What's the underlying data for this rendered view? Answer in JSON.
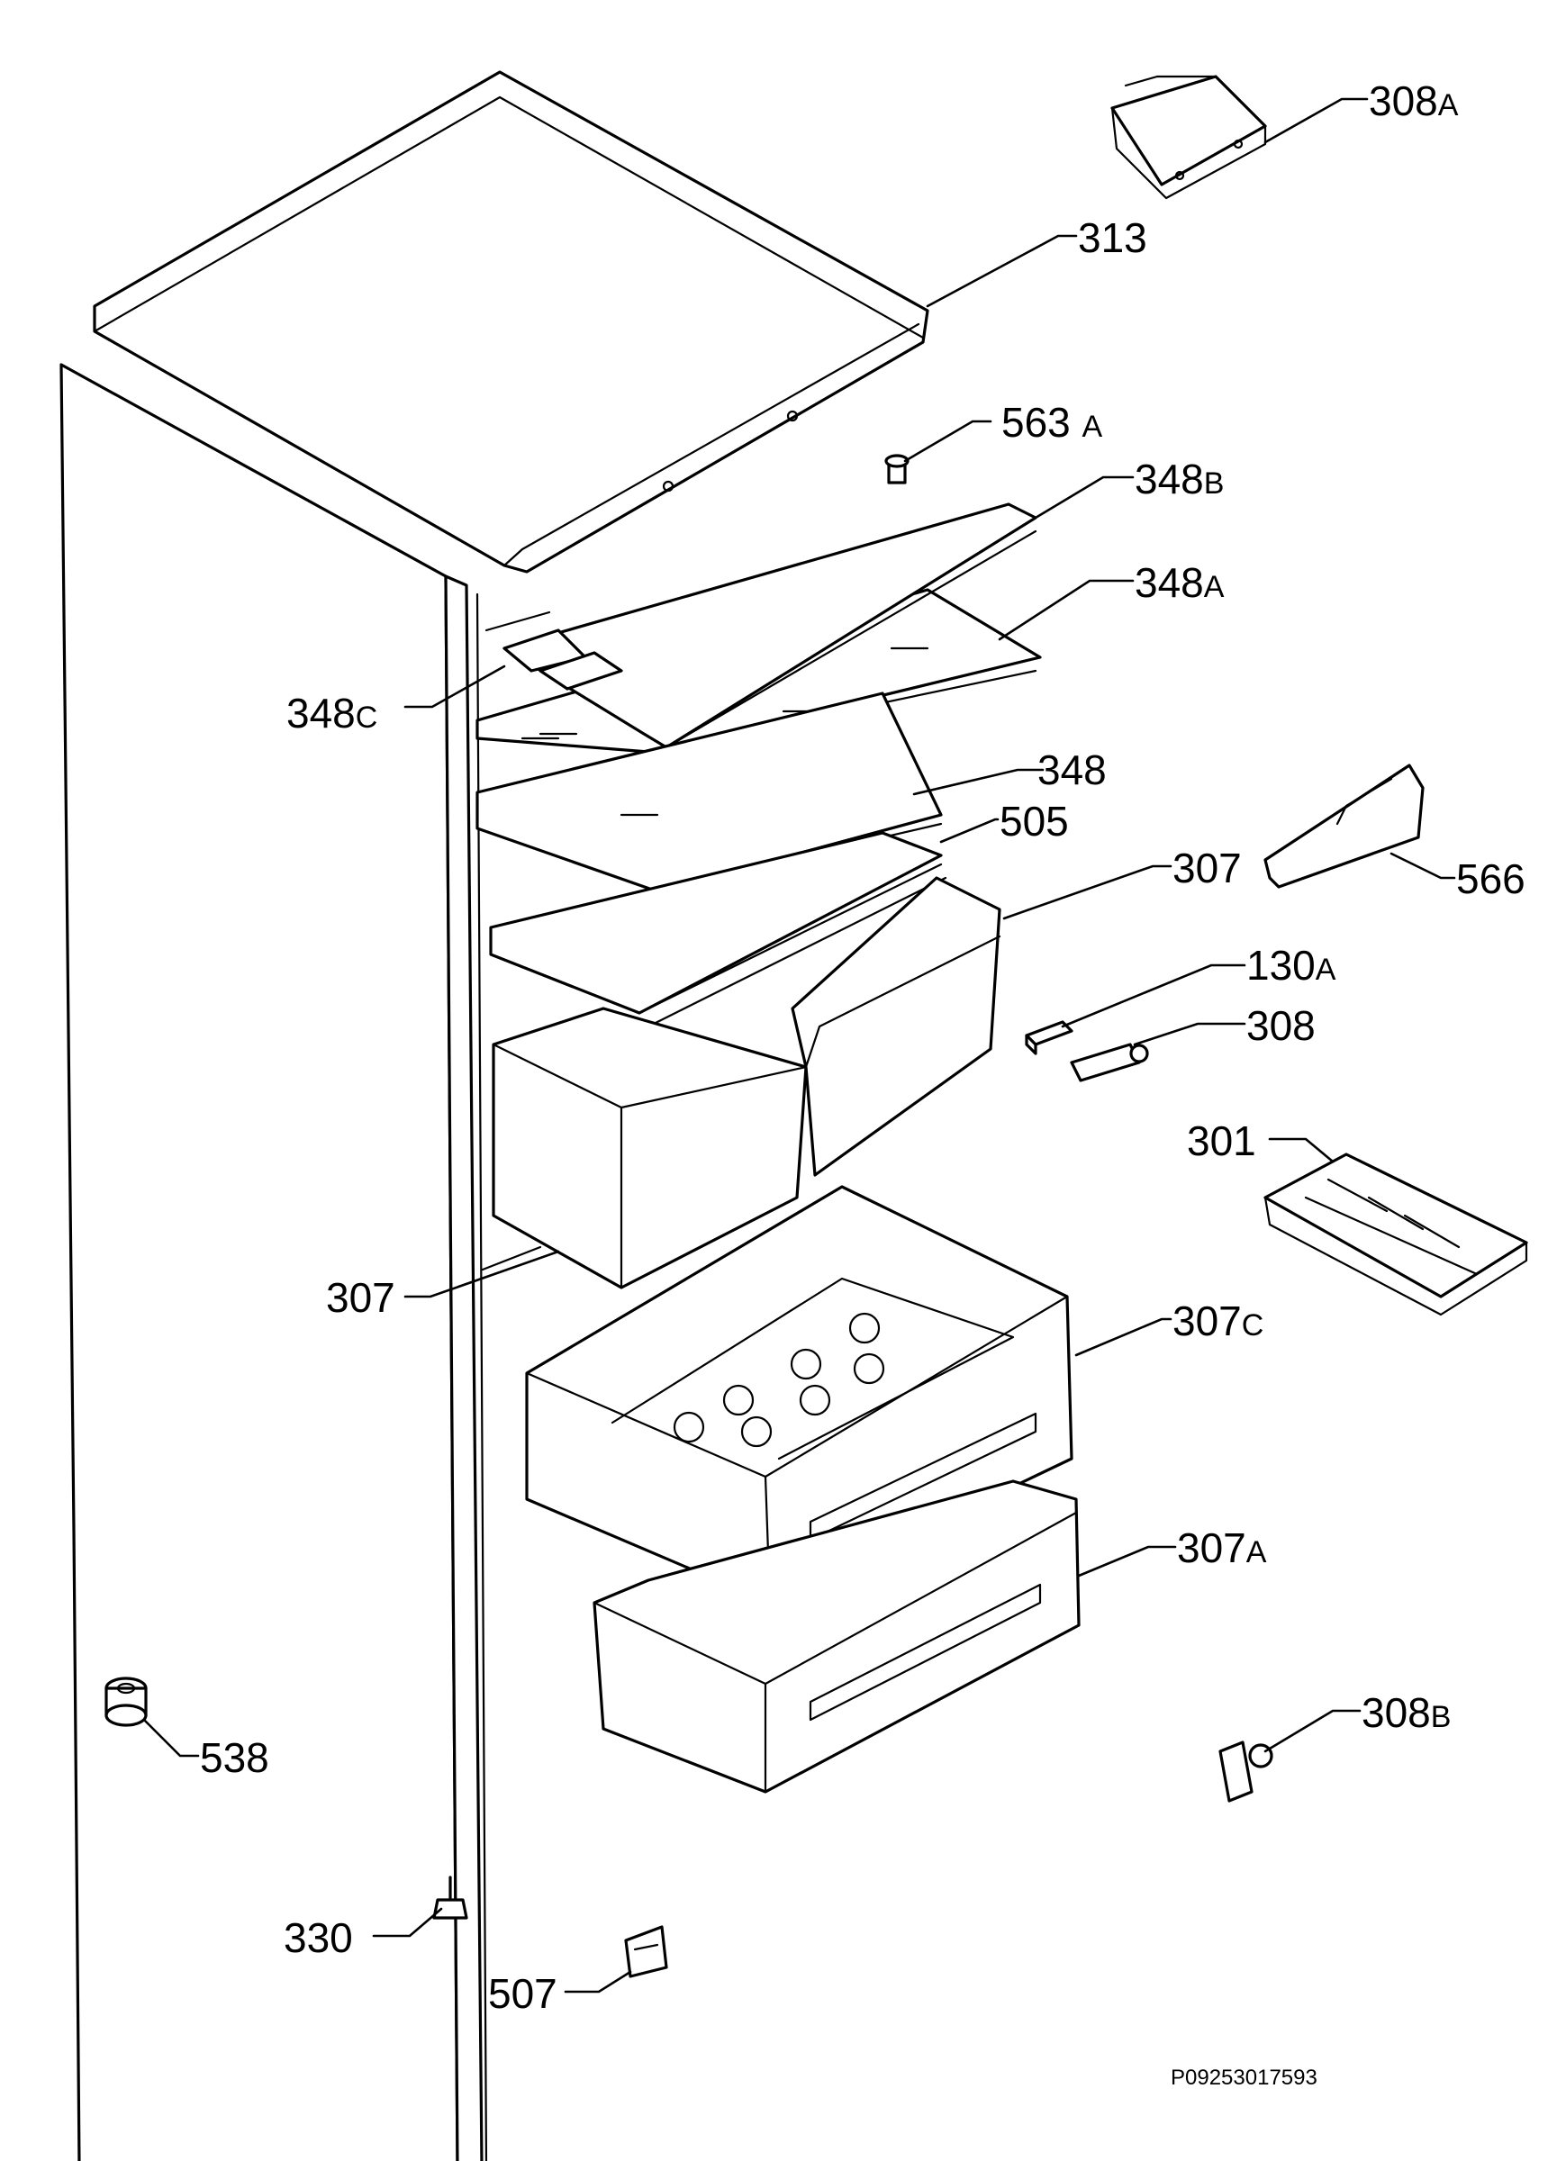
{
  "labels": {
    "l_308A": {
      "num": "308",
      "suf": "A"
    },
    "l_313": {
      "num": "313",
      "suf": ""
    },
    "l_563A": {
      "num": "563 ",
      "suf": "A"
    },
    "l_348B": {
      "num": "348",
      "suf": "B"
    },
    "l_348A": {
      "num": "348",
      "suf": "A"
    },
    "l_348C": {
      "num": "348",
      "suf": "C"
    },
    "l_348": {
      "num": "348",
      "suf": ""
    },
    "l_505": {
      "num": "505",
      "suf": ""
    },
    "l_307": {
      "num": "307",
      "suf": ""
    },
    "l_566": {
      "num": "566",
      "suf": ""
    },
    "l_130A": {
      "num": "130",
      "suf": "A"
    },
    "l_308": {
      "num": "308",
      "suf": ""
    },
    "l_301": {
      "num": "301",
      "suf": ""
    },
    "l_307b": {
      "num": "307",
      "suf": ""
    },
    "l_307C": {
      "num": "307",
      "suf": "C"
    },
    "l_307A": {
      "num": "307",
      "suf": "A"
    },
    "l_308B": {
      "num": "308",
      "suf": "B"
    },
    "l_538": {
      "num": "538",
      "suf": ""
    },
    "l_330": {
      "num": "330",
      "suf": ""
    },
    "l_507": {
      "num": "507",
      "suf": ""
    }
  },
  "drawing_code": "P09253017593"
}
